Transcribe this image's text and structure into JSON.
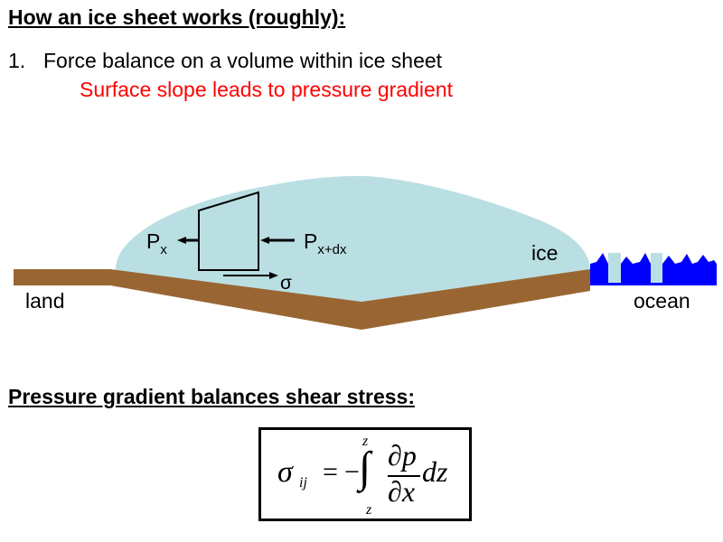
{
  "title": "How an ice sheet works (roughly):",
  "list": [
    {
      "number": "1.",
      "text": "Force balance on a volume within ice sheet",
      "subtext": "Surface slope leads to pressure gradient"
    }
  ],
  "diagram": {
    "labels": {
      "land": "land",
      "ice": "ice",
      "ocean": "ocean",
      "pressure_left": "P",
      "pressure_left_sub": "x",
      "pressure_right": "P",
      "pressure_right_sub": "x+dx",
      "shear": "σ"
    },
    "colors": {
      "ice": "#b9dfe3",
      "land": "#996633",
      "ocean": "#0000ff",
      "subtext": "#ff0000"
    }
  },
  "section": {
    "heading": "Pressure gradient balances shear stress:"
  },
  "equation": {
    "lhs_symbol": "σ",
    "lhs_sub": "ij",
    "equals": "=",
    "minus": "−",
    "integral": "∫",
    "upper_limit": "z",
    "lower_limit": "z",
    "numerator": "∂p",
    "denominator": "∂x",
    "differential": "dz"
  }
}
